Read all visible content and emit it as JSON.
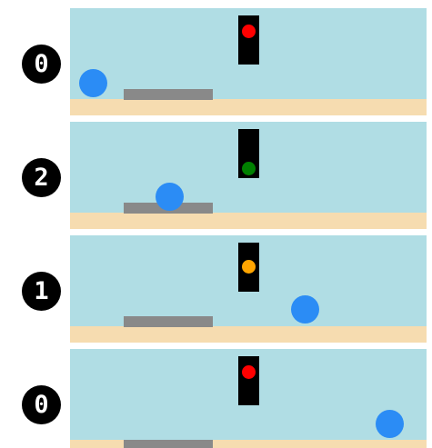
{
  "colors": {
    "sky": "#b0dde4",
    "ground": "#f6dcb0",
    "road": "#898989",
    "signal_housing": "#000000",
    "ball": "#2b8cf5",
    "red": "#ff0000",
    "amber": "#ffa500",
    "green": "#008000"
  },
  "frames": [
    {
      "label": "0",
      "signal": "red",
      "lamp_position": "top",
      "ball_icon": "blue-ball-icon"
    },
    {
      "label": "2",
      "signal": "green",
      "lamp_position": "bottom",
      "ball_icon": "blue-ball-icon"
    },
    {
      "label": "1",
      "signal": "amber",
      "lamp_position": "middle",
      "ball_icon": "blue-ball-icon"
    },
    {
      "label": "0",
      "signal": "red",
      "lamp_position": "top",
      "ball_icon": "blue-ball-icon"
    }
  ]
}
